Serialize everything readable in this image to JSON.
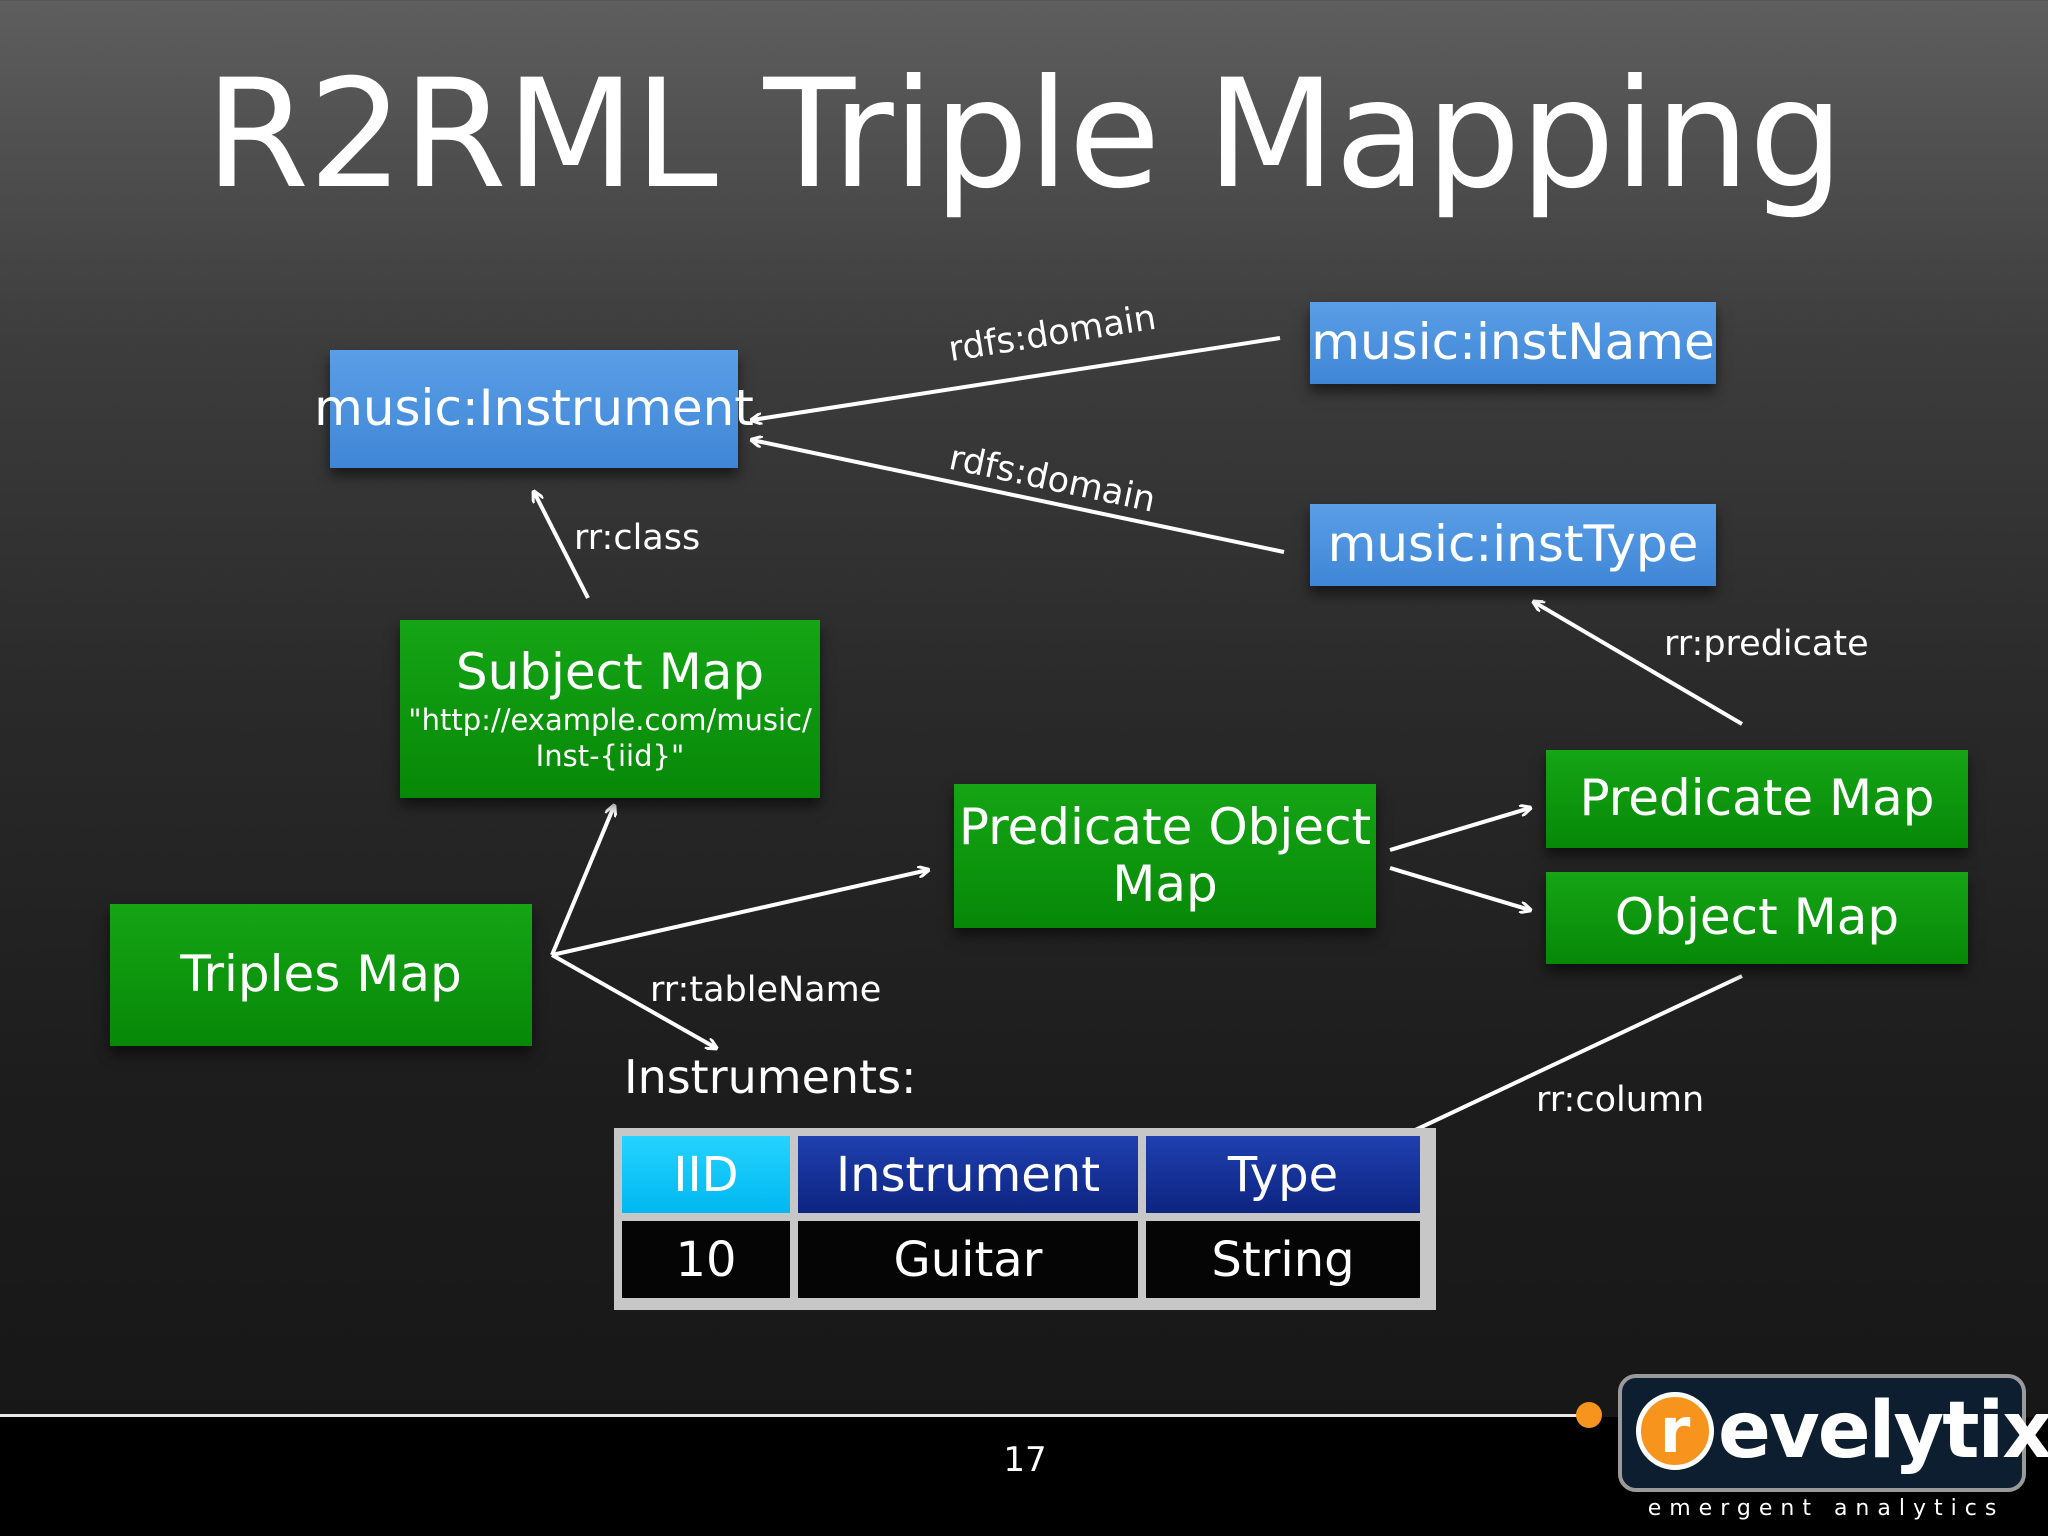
{
  "slide": {
    "title": "R2RML Triple Mapping",
    "page_number": "17"
  },
  "nodes": {
    "music_instrument": "music:Instrument",
    "music_instname": "music:instName",
    "music_insttype": "music:instType",
    "subject_map": {
      "label": "Subject Map",
      "uri_line1": "\"http://example.com/music/",
      "uri_line2": "Inst-{iid}\""
    },
    "triples_map": "Triples Map",
    "predicate_object_map_line1": "Predicate Object",
    "predicate_object_map_line2": "Map",
    "predicate_map": "Predicate Map",
    "object_map": "Object Map"
  },
  "edges": {
    "rdfs_domain_top": "rdfs:domain",
    "rdfs_domain_bottom": "rdfs:domain",
    "rr_class": "rr:class",
    "rr_predicate": "rr:predicate",
    "rr_tablename": "rr:tableName",
    "rr_column": "rr:column"
  },
  "table": {
    "title": "Instruments:",
    "headers": [
      "IID",
      "Instrument",
      "Type"
    ],
    "rows": [
      [
        "10",
        "Guitar",
        "String"
      ]
    ]
  },
  "logo": {
    "letter": "r",
    "wordmark": "evelytix",
    "tagline": "emergent analytics"
  },
  "colors": {
    "ontology_box": "#4a90e2",
    "mapping_box": "#089108",
    "iid_header": "#00c0f5",
    "column_header": "#14308f",
    "logo_accent": "#f7941d"
  }
}
